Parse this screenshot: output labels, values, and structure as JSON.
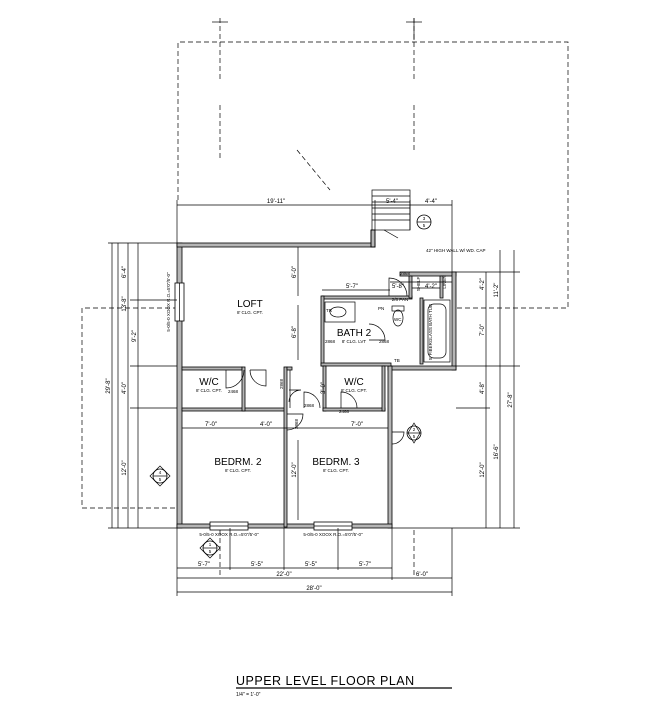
{
  "title": "UPPER LEVEL FLOOR PLAN",
  "scale": "1/4\" = 1'-0\"",
  "rooms": {
    "loft": {
      "name": "LOFT",
      "note": "8' CLG. CPT."
    },
    "bath2": {
      "name": "BATH 2",
      "note": "8' CLG. LVT"
    },
    "wic1": {
      "name": "W/C",
      "note": "8' CLG. CPT."
    },
    "wic2": {
      "name": "W/C",
      "note": "8' CLG. CPT."
    },
    "bedrm2": {
      "name": "BEDRM. 2",
      "note": "8' CLG. CPT."
    },
    "bedrm3": {
      "name": "BEDRM. 3",
      "note": "8' CLG. CPT."
    }
  },
  "notes": {
    "window_left": "5-0/5-0 XOOX R.O.=5'0\"/5'-0\"",
    "window_bedrm2": "5-0/5-0 XOOX R.O.=5'0\"/5'-0\"",
    "window_bedrm3": "5-0/5-0 XOOX R.O.=5'0\"/5'-0\"",
    "half_wall": "42\" HIGH WALL W/ WD. CAP",
    "tub": "5' FIBERGLASS BATH TUB",
    "linen": "LINEN",
    "shelf": "SHELF",
    "wc": "WC",
    "tr": "TR",
    "tb": "TB",
    "pn": "PN"
  },
  "doors": {
    "d_bath_top": "2868",
    "d_bath_left": "2868",
    "d_bath_right": "2868",
    "d_wic1": "2468",
    "d_hall": "2868",
    "d_wic2": "2468",
    "d_bed2": "2868",
    "d_bed3": "2868",
    "d_lin": "2/8 PAN"
  },
  "dims": {
    "top_width": "19'-11\"",
    "top_stair": "5'-4\"",
    "top_right": "4'-4\"",
    "bath_width": "5'-7\"",
    "bath_top": "5'-8\"",
    "bath_right": "4'-2\"",
    "hall_a": "7'-0\"",
    "hall_b": "4'-0\"",
    "hall_c": "7'-0\"",
    "loft_h1": "6'-0\"",
    "loft_h2": "6'-8\"",
    "wic_h": "3'-0\"",
    "bed_h": "12'-0\"",
    "left_a": "6'-4\"",
    "left_b": "13'-8\"",
    "left_c": "9'-2\"",
    "left_d": "4'-0\"",
    "left_e": "12'-0\"",
    "left_total": "29'-8\"",
    "right_a": "4'-2\"",
    "right_b": "7'-0\"",
    "right_c": "4'-8\"",
    "right_d": "12'-0\"",
    "right_total1": "11'-2\"",
    "right_total2": "16'-6\"",
    "right_total3": "27'-8\"",
    "bot_a": "5'-7\"",
    "bot_b": "5'-5\"",
    "bot_c": "5'-5\"",
    "bot_d": "5'-7\"",
    "bot_22": "22'-0\"",
    "bot_6": "6'-0\"",
    "bot_28": "28'-0\""
  },
  "markers": [
    {
      "num": "3",
      "sheet": "5"
    },
    {
      "num": "2",
      "sheet": "5"
    },
    {
      "num": "4",
      "sheet": "5"
    },
    {
      "num": "1",
      "sheet": "5"
    }
  ]
}
